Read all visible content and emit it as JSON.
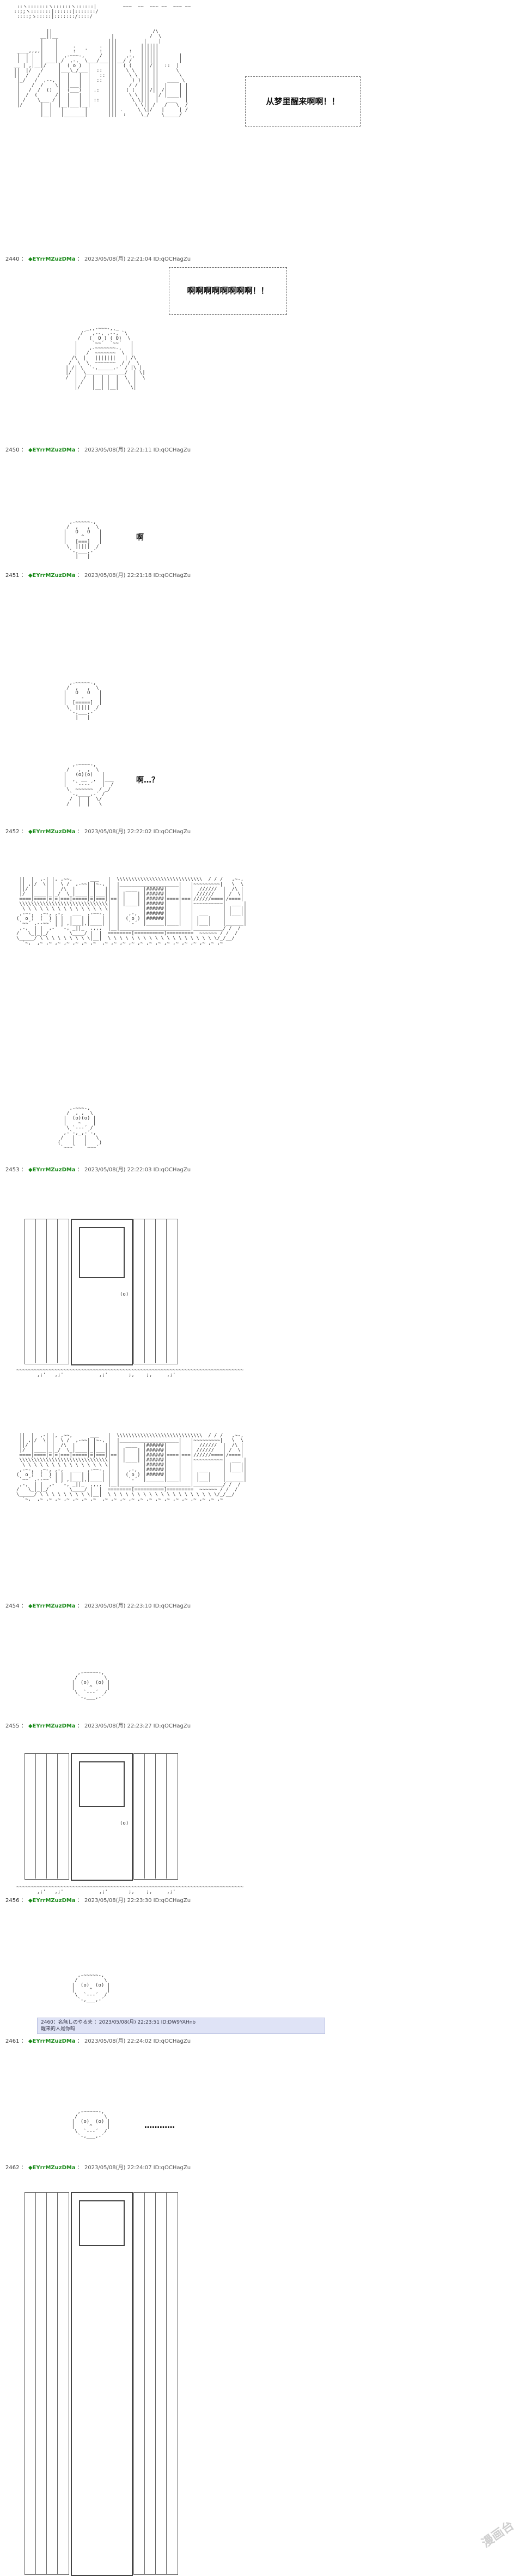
{
  "posts": [
    {
      "num": "2440",
      "name": "◆EYrrMZuzDMa",
      "meta": "2023/05/08(月) 22:21:04 ID:qOCHagZu"
    },
    {
      "num": "2450",
      "name": "◆EYrrMZuzDMa",
      "meta": "2023/05/08(月) 22:21:11 ID:qOCHagZu"
    },
    {
      "num": "2451",
      "name": "◆EYrrMZuzDMa",
      "meta": "2023/05/08(月) 22:21:18 ID:qOCHagZu"
    },
    {
      "num": "2452",
      "name": "◆EYrrMZuzDMa",
      "meta": "2023/05/08(月) 22:22:02 ID:qOCHagZu"
    },
    {
      "num": "2453",
      "name": "◆EYrrMZuzDMa",
      "meta": "2023/05/08(月) 22:22:03 ID:qOCHagZu"
    },
    {
      "num": "2454",
      "name": "◆EYrrMZuzDMa",
      "meta": "2023/05/08(月) 22:23:10 ID:qOCHagZu"
    },
    {
      "num": "2455",
      "name": "◆EYrrMZuzDMa",
      "meta": "2023/05/08(月) 22:23:27 ID:qOCHagZu"
    },
    {
      "num": "2456",
      "name": "◆EYrrMZuzDMa",
      "meta": "2023/05/08(月) 22:23:30 ID:qOCHagZu"
    },
    {
      "num": "2461",
      "name": "◆EYrrMZuzDMa",
      "meta": "2023/05/08(月) 22:24:02 ID:qOCHagZu"
    },
    {
      "num": "2462",
      "name": "◆EYrrMZuzDMa",
      "meta": "2023/05/08(月) 22:24:07 ID:qOCHagZu"
    }
  ],
  "dialogue": {
    "wake_up": "从梦里醒来啊啊！！",
    "scream": "啊啊啊啊啊啊啊啊！！",
    "ah": "啊",
    "ah_question": "啊…？",
    "ellipsis": "…………"
  },
  "quote": {
    "line1": "2460：名無しのやる夫 ：2023/05/08(月) 22:23:51 ID:DW9YAHnb",
    "line2": "醒来的人是你吗"
  },
  "watermark": "漫画台"
}
